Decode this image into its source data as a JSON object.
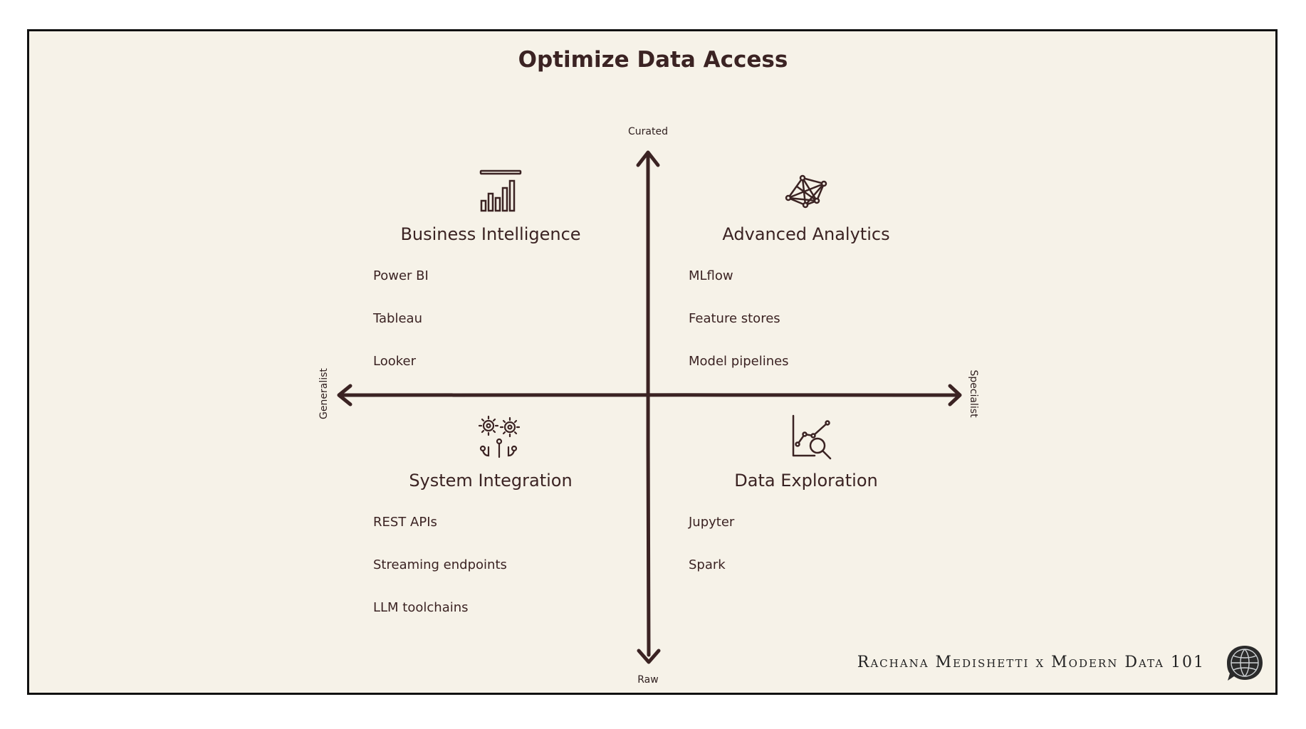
{
  "title": "Optimize Data Access",
  "axes": {
    "top": "Curated",
    "bottom": "Raw",
    "left": "Generalist",
    "right": "Specialist"
  },
  "quadrants": [
    {
      "title": "Business Intelligence",
      "icon": "bar-chart-icon",
      "items": [
        "Power BI",
        "Tableau",
        "Looker"
      ]
    },
    {
      "title": "Advanced Analytics",
      "icon": "network-graph-icon",
      "items": [
        "MLflow",
        "Feature stores",
        "Model pipelines"
      ]
    },
    {
      "title": "System Integration",
      "icon": "gears-icon",
      "items": [
        "REST APIs",
        "Streaming endpoints",
        "LLM toolchains"
      ]
    },
    {
      "title": "Data Exploration",
      "icon": "chart-magnifier-icon",
      "items": [
        "Jupyter",
        "Spark"
      ]
    }
  ],
  "footer": "Rachana Medishetti x Modern Data 101",
  "colors": {
    "background": "#f6f2e8",
    "ink": "#3b2323",
    "frame": "#111111"
  }
}
